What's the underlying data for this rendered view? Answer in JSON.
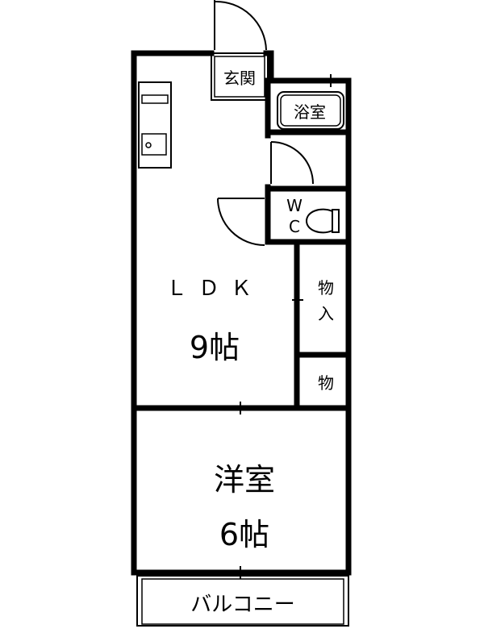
{
  "rooms": {
    "genkan": "玄関",
    "bath": "浴室",
    "wc_w": "W",
    "wc_c": "C",
    "ldk_name": "ＬＤＫ",
    "ldk_size": "9帖",
    "storage1_a": "物",
    "storage1_b": "入",
    "storage2": "物",
    "western_name": "洋室",
    "western_size": "6帖",
    "balcony": "バルコニー"
  }
}
